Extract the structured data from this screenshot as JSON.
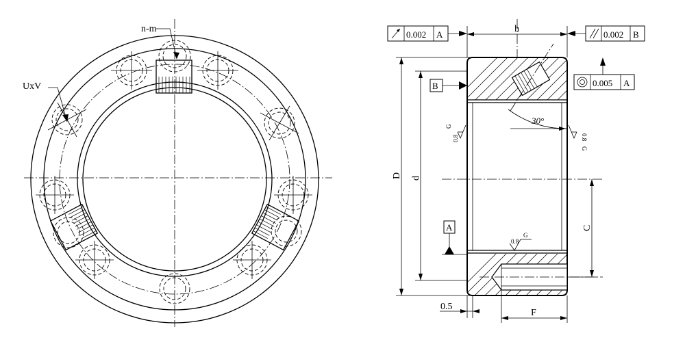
{
  "front_view": {
    "label_thread_count": "n-m",
    "label_hole": "UxV"
  },
  "side_view": {
    "dim_h": "h",
    "dim_D": "D",
    "dim_d": "d",
    "dim_C": "C",
    "dim_F": "F",
    "dim_offset": "0.5",
    "angle": "30°",
    "datum_A": "A",
    "datum_B": "B",
    "roughness_grade": "G",
    "roughness_value": "0.8"
  },
  "tolerance_frames": {
    "runout": {
      "value": "0.002",
      "datum": "A"
    },
    "parallelism": {
      "value": "0.002",
      "datum": "B"
    },
    "concentricity": {
      "value": "0.005",
      "datum": "A"
    }
  }
}
